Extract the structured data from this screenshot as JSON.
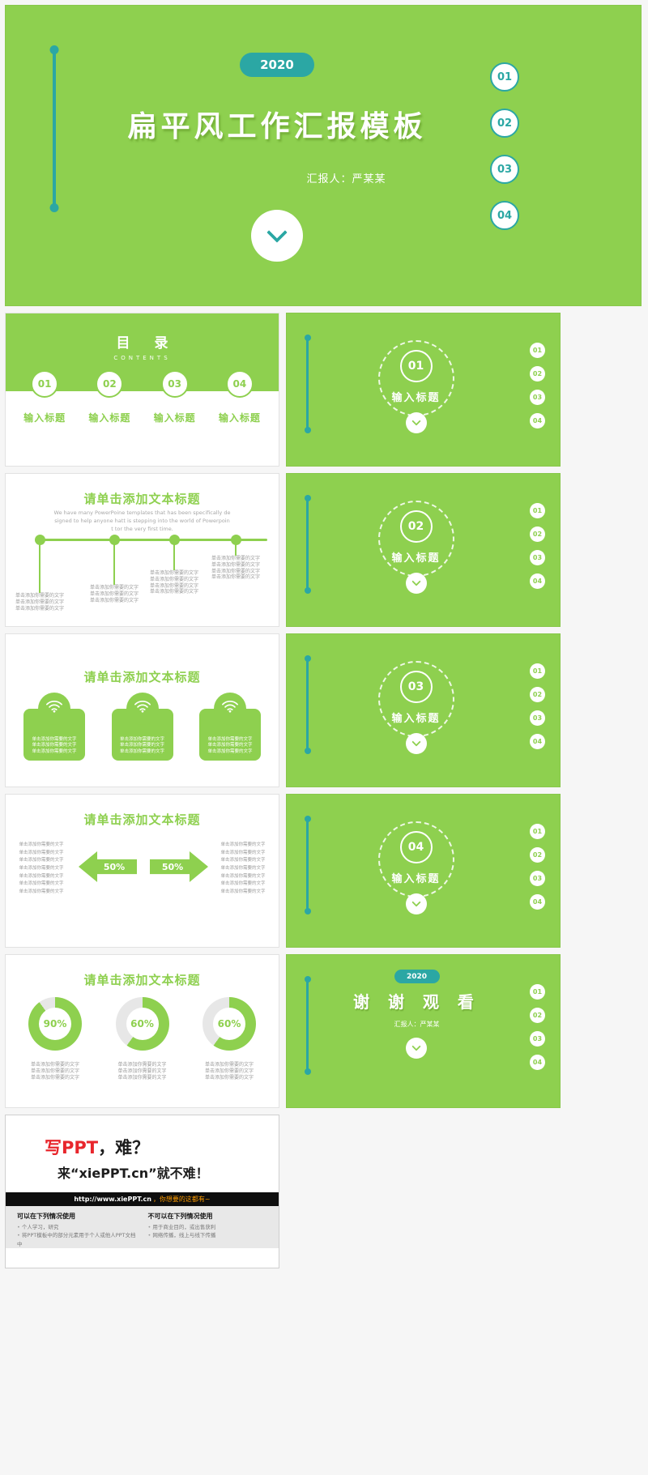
{
  "colors": {
    "green": "#8ed04f",
    "teal": "#2ba7a4",
    "page_bg": "#f6f6f6"
  },
  "nav_numbers": [
    "01",
    "02",
    "03",
    "04"
  ],
  "cover": {
    "year_badge": "2020",
    "title": "扁平风工作汇报模板",
    "presenter": "汇报人：严某某"
  },
  "toc": {
    "title": "目 录",
    "subtitle": "CONTENTS",
    "items": [
      {
        "num": "01",
        "label": "输入标题"
      },
      {
        "num": "02",
        "label": "输入标题"
      },
      {
        "num": "03",
        "label": "输入标题"
      },
      {
        "num": "04",
        "label": "输入标题"
      }
    ]
  },
  "section_slides": [
    {
      "num": "01",
      "label": "输入标题"
    },
    {
      "num": "02",
      "label": "输入标题"
    },
    {
      "num": "03",
      "label": "输入标题"
    },
    {
      "num": "04",
      "label": "输入标题"
    }
  ],
  "timeline_slide": {
    "title": "请单击添加文本标题",
    "intro": "We have many PowerPoine templates that has been specifically de signed to help anyone hatt is stepping into the world of Powerpoin t tor the very first time.",
    "entries": [
      {
        "lines": [
          "单击添加你需要的文字",
          "单击添加你需要的文字",
          "单击添加你需要的文字"
        ]
      },
      {
        "lines": [
          "单击添加你需要的文字",
          "单击添加你需要的文字",
          "单击添加你需要的文字"
        ]
      },
      {
        "lines": [
          "单击添加你需要的文字",
          "单击添加你需要的文字",
          "单击添加你需要的文字",
          "单击添加你需要的文字"
        ]
      },
      {
        "lines": [
          "单击添加你需要的文字",
          "单击添加你需要的文字",
          "单击添加你需要的文字",
          "单击添加你需要的文字"
        ]
      }
    ]
  },
  "wifi_slide": {
    "title": "请单击添加文本标题",
    "boxes": [
      {
        "lines": [
          "单击添加你需要的文字",
          "单击添加你需要的文字",
          "单击添加你需要的文字"
        ]
      },
      {
        "lines": [
          "单击添加你需要的文字",
          "单击添加你需要的文字",
          "单击添加你需要的文字"
        ]
      },
      {
        "lines": [
          "单击添加你需要的文字",
          "单击添加你需要的文字",
          "单击添加你需要的文字"
        ]
      }
    ]
  },
  "arrow_slide": {
    "title": "请单击添加文本标题",
    "left_lines": [
      "单击添加你需要的文字",
      "单击添加你需要的文字",
      "单击添加你需要的文字",
      "单击添加你需要的文字",
      "单击添加你需要的文字",
      "单击添加你需要的文字",
      "单击添加你需要的文字"
    ],
    "right_lines": [
      "单击添加你需要的文字",
      "单击添加你需要的文字",
      "单击添加你需要的文字",
      "单击添加你需要的文字",
      "单击添加你需要的文字",
      "单击添加你需要的文字",
      "单击添加你需要的文字"
    ],
    "arrows": [
      {
        "value": "50%"
      },
      {
        "value": "50%"
      }
    ]
  },
  "donut_slide": {
    "title": "请单击添加文本标题",
    "charts": [
      {
        "value": "90%",
        "percent": 90,
        "lines": [
          "单击添加你需要的文字",
          "单击添加你需要的文字",
          "单击添加你需要的文字"
        ]
      },
      {
        "value": "60%",
        "percent": 60,
        "lines": [
          "单击添加你需要的文字",
          "单击添加你需要的文字",
          "单击添加你需要的文字"
        ]
      },
      {
        "value": "60%",
        "percent": 60,
        "lines": [
          "单击添加你需要的文字",
          "单击添加你需要的文字",
          "单击添加你需要的文字"
        ]
      }
    ]
  },
  "thanks": {
    "year_badge": "2020",
    "title": "谢 谢 观 看",
    "presenter": "汇报人：严某某"
  },
  "promo": {
    "line1_brand": "写PPT",
    "line1_rest": "，难？",
    "line2_prefix": "来",
    "line2_brand": "“xiePPT.cn”",
    "line2_suffix": "就不难！",
    "bar_url": "http://www.xiePPT.cn",
    "bar_tagline": "，你想要的这都有~",
    "allow": {
      "title": "可以在下列情况使用",
      "items": [
        "个人学习，研究",
        "将PPT模板中的部分元素用于个人或他人PPT文档中"
      ]
    },
    "deny": {
      "title": "不可以在下列情况使用",
      "items": [
        "用于商业目的，或出售获利",
        "网络传播，线上与线下传播"
      ]
    }
  }
}
